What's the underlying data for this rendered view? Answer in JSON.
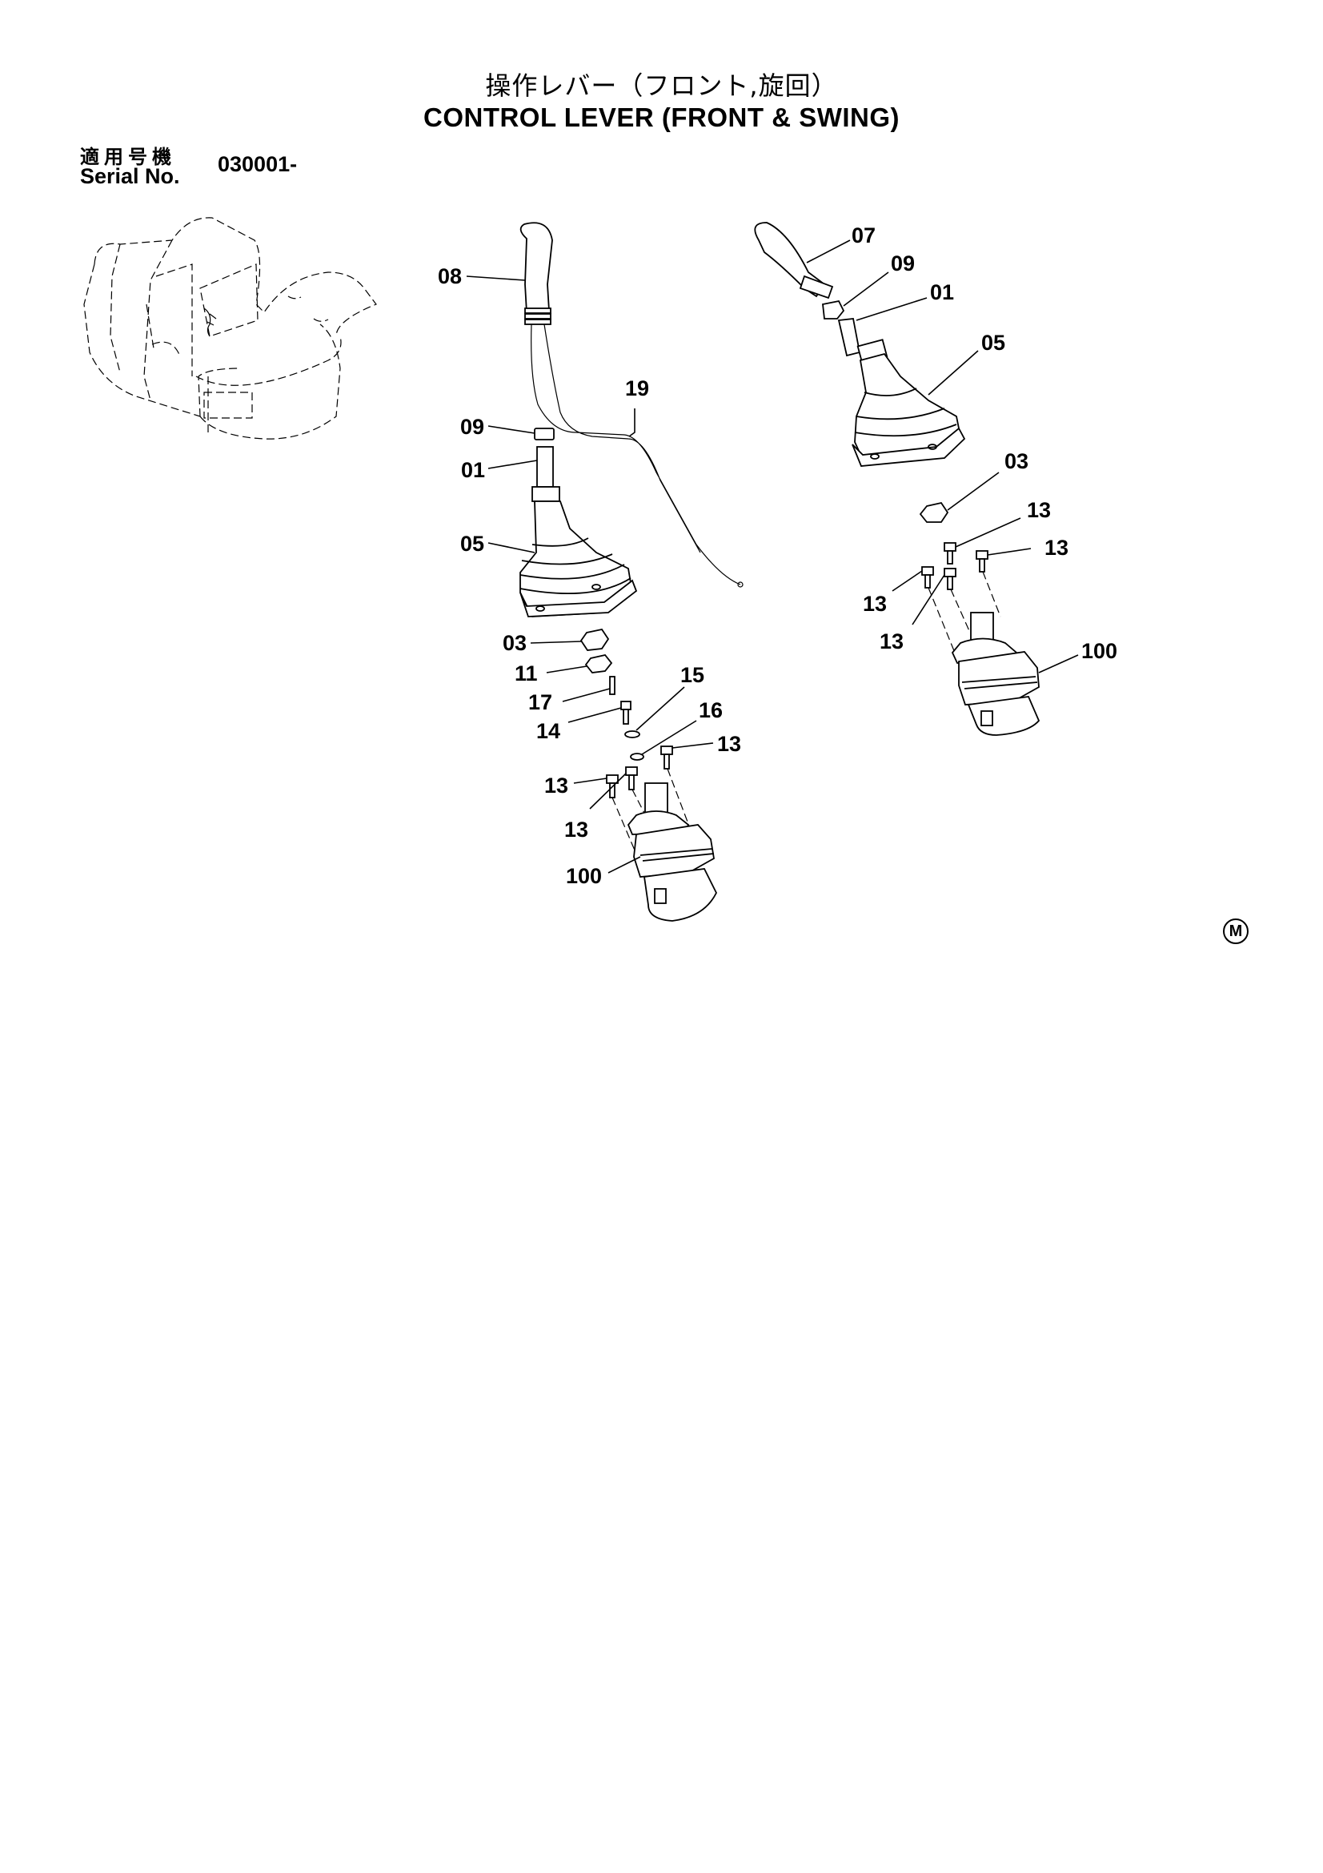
{
  "title": {
    "japanese": "操作レバー（フロント,旋回）",
    "english": "CONTROL  LEVER  (FRONT & SWING)"
  },
  "serial": {
    "label_jp": "適用号機",
    "label_en": "Serial No.",
    "value": "030001-"
  },
  "mark": "M",
  "callouts": {
    "left": [
      "08",
      "19",
      "09",
      "01",
      "05",
      "03",
      "11",
      "17",
      "15",
      "14",
      "16",
      "13",
      "13",
      "13",
      "100"
    ],
    "right": [
      "07",
      "09",
      "01",
      "05",
      "03",
      "13",
      "13",
      "13",
      "13",
      "100"
    ]
  }
}
